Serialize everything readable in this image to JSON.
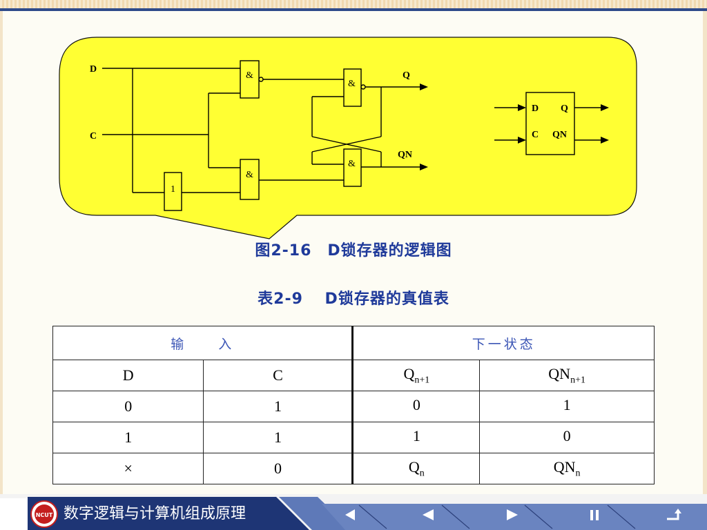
{
  "diagram": {
    "input_d": "D",
    "input_c": "C",
    "output_q": "Q",
    "output_qn": "QN",
    "and_gate": "&",
    "not_gate": "1",
    "block_d": "D",
    "block_c": "C",
    "block_q": "Q",
    "block_qn": "QN"
  },
  "captions": {
    "figure": "图2-16　D锁存器的逻辑图",
    "table": "表2-9　 D锁存器的真值表"
  },
  "truth_table": {
    "group_input": "输　　入",
    "group_next": "下一状态",
    "col_d": "D",
    "col_c": "C",
    "col_q_base": "Q",
    "col_q_sub": "n+1",
    "col_qn_base": "QN",
    "col_qn_sub": "n+1",
    "rows": [
      {
        "d": "0",
        "c": "1",
        "q": "0",
        "q_sub": "",
        "qn": "1",
        "qn_sub": ""
      },
      {
        "d": "1",
        "c": "1",
        "q": "1",
        "q_sub": "",
        "qn": "0",
        "qn_sub": ""
      },
      {
        "d": "×",
        "c": "0",
        "q": "Q",
        "q_sub": "n",
        "qn": "QN",
        "qn_sub": "n"
      }
    ]
  },
  "footer": {
    "title": "数字逻辑与计算机组成原理",
    "logo_text": "NCUT"
  },
  "colors": {
    "diagram_fill": "#ffff33",
    "caption": "#1f3a9a",
    "header_text": "#3b55b5",
    "footer_bar": "#1e3575"
  },
  "icons": [
    "logo-emblem-icon",
    "prev-page-icon",
    "back-icon",
    "forward-icon",
    "pause-icon",
    "return-icon"
  ]
}
